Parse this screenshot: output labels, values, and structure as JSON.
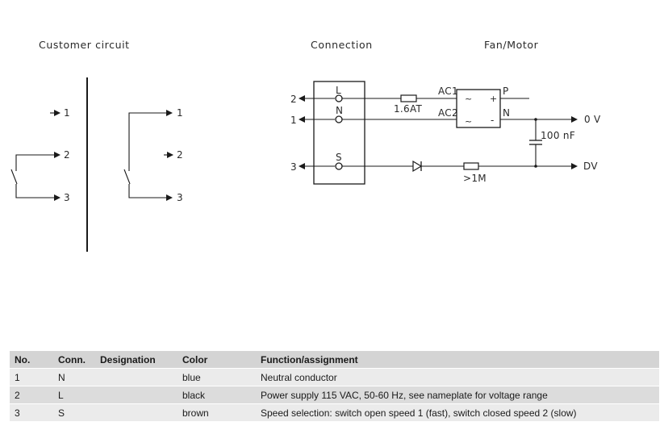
{
  "customer_circuit": {
    "title": "Customer circuit",
    "terminals": [
      "1",
      "2",
      "3",
      "1",
      "2",
      "3"
    ]
  },
  "connection": {
    "title": "Connection",
    "pins": [
      "L",
      "N",
      "S"
    ],
    "wire_numbers": [
      "2",
      "1",
      "3"
    ],
    "fuse_label": "1.6AT",
    "ac1_label": "AC1",
    "ac2_label": "AC2"
  },
  "fan_motor": {
    "title": "Fan/Motor",
    "p_label": "P",
    "n_label": "N",
    "out_0v": "0 V",
    "out_dv": "DV",
    "capacitor_label": "100 nF",
    "resistor_label": ">1M"
  },
  "table": {
    "headers": [
      "No.",
      "Conn.",
      "Designation",
      "Color",
      "Function/assignment"
    ],
    "rows": [
      {
        "no": "1",
        "conn": "N",
        "designation": "",
        "color": "blue",
        "function": "Neutral conductor"
      },
      {
        "no": "2",
        "conn": "L",
        "designation": "",
        "color": "black",
        "function": "Power supply 115 VAC, 50-60 Hz, see nameplate for voltage range"
      },
      {
        "no": "3",
        "conn": "S",
        "designation": "",
        "color": "brown",
        "function": "Speed selection: switch open speed 1 (fast), switch closed speed 2 (slow)"
      }
    ]
  }
}
